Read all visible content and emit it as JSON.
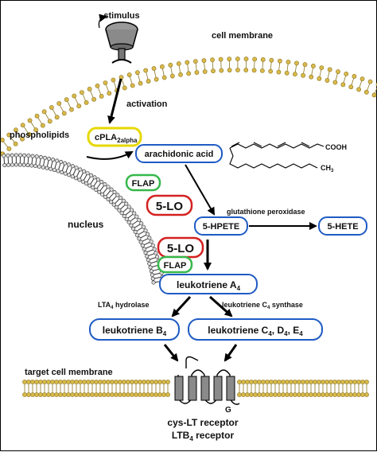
{
  "labels": {
    "stimulus": "stimulus",
    "cell_membrane": "cell membrane",
    "activation": "activation",
    "phospholipids": "phospholipids",
    "cpla2": "cPLA",
    "cpla2_sub": "2alpha",
    "arachidonic_acid": "arachidonic acid",
    "cooh": "COOH",
    "ch3": "CH",
    "ch3_sub": "3",
    "flap_top": "FLAP",
    "five_lo_top": "5-LO",
    "nucleus": "nucleus",
    "five_hpete": "5-HPETE",
    "glutathione_peroxidase": "glutathione peroxidase",
    "five_hete": "5-HETE",
    "five_lo_bottom": "5-LO",
    "flap_bottom": "FLAP",
    "leukotriene_a4": "leukotriene A",
    "leukotriene_a4_sub": "4",
    "lta4_hydrolase_pre": "LTA",
    "lta4_hydrolase_sub": "4",
    "lta4_hydrolase_post": " hydrolase",
    "ltc4_synthase_pre": "leukotriene C",
    "ltc4_synthase_sub": "4",
    "ltc4_synthase_post": " synthase",
    "leukotriene_b4": "leukotriene B",
    "leukotriene_b4_sub": "4",
    "leukotriene_cde_pre": "leukotriene C",
    "leukotriene_cde_sub1": "4",
    "leukotriene_cde_mid1": ", D",
    "leukotriene_cde_sub2": "4",
    "leukotriene_cde_mid2": ", E",
    "leukotriene_cde_sub3": "4",
    "target_cell_membrane": "target cell membrane",
    "g_protein": "G",
    "cys_lt_receptor": "cys-LT receptor",
    "ltb4_receptor_pre": "LTB",
    "ltb4_receptor_sub": "4",
    "ltb4_receptor_post": " receptor"
  },
  "colors": {
    "membrane_head": "#d9b94a",
    "membrane_edge": "#8a7420",
    "box_blue": "#1f5bc4",
    "box_red": "#d42020",
    "box_green": "#35b84a",
    "box_yellow": "#e6d800",
    "receptor": "#8a8a8a"
  }
}
